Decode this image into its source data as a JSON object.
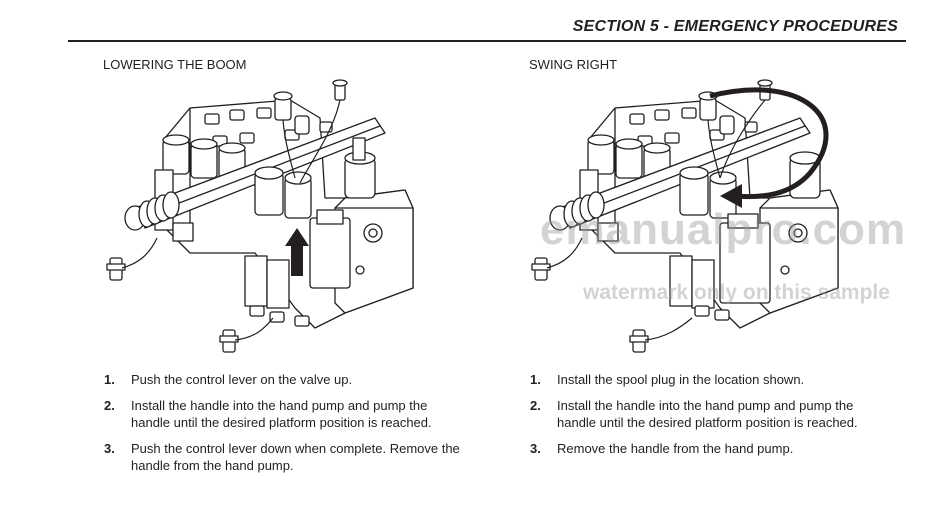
{
  "header": {
    "section_title": "SECTION 5 - EMERGENCY PROCEDURES"
  },
  "left": {
    "title": "LOWERING THE BOOM",
    "steps": [
      {
        "num": "1.",
        "text": "Push the control lever on the valve up."
      },
      {
        "num": "2.",
        "text": "Install the handle into the hand pump and pump the handle until the desired platform position is reached."
      },
      {
        "num": "3.",
        "text": "Push the control lever down when complete. Remove the handle from the hand pump."
      }
    ]
  },
  "right": {
    "title": "SWING RIGHT",
    "steps": [
      {
        "num": "1.",
        "text": "Install the spool plug in the location shown."
      },
      {
        "num": "2.",
        "text": "Install the handle into the hand pump and pump the handle until the desired platform position is reached."
      },
      {
        "num": "3.",
        "text": "Remove the handle from the hand pump."
      }
    ]
  },
  "watermark": {
    "primary": "emanualpro.com",
    "secondary": "watermark only on this sample"
  },
  "colors": {
    "ink": "#231f20",
    "watermark": "#969696"
  }
}
